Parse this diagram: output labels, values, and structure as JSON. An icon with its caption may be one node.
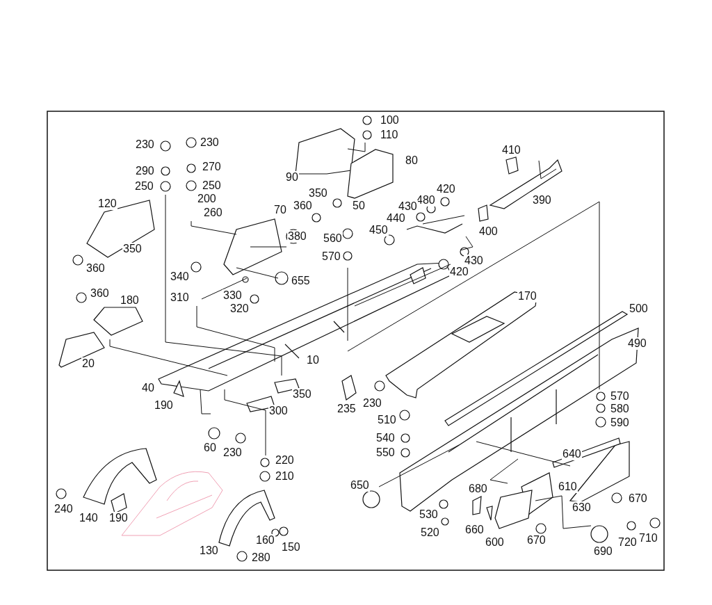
{
  "diagram": {
    "labels": [
      "100",
      "110",
      "230",
      "230",
      "80",
      "410",
      "290",
      "270",
      "90",
      "250",
      "250",
      "200",
      "350",
      "360",
      "50",
      "120",
      "260",
      "70",
      "420",
      "480",
      "430",
      "390",
      "440",
      "400",
      "450",
      "380",
      "560",
      "350",
      "360",
      "570",
      "430",
      "420",
      "340",
      "655",
      "360",
      "330",
      "180",
      "310",
      "320",
      "170",
      "500",
      "490",
      "20",
      "10",
      "40",
      "350",
      "190",
      "235",
      "230",
      "300",
      "570",
      "580",
      "510",
      "590",
      "540",
      "60",
      "230",
      "550",
      "640",
      "220",
      "210",
      "650",
      "680",
      "610",
      "240",
      "630",
      "670",
      "140",
      "190",
      "530",
      "660",
      "520",
      "670",
      "720",
      "710",
      "600",
      "160",
      "150",
      "690",
      "130",
      "280"
    ]
  }
}
